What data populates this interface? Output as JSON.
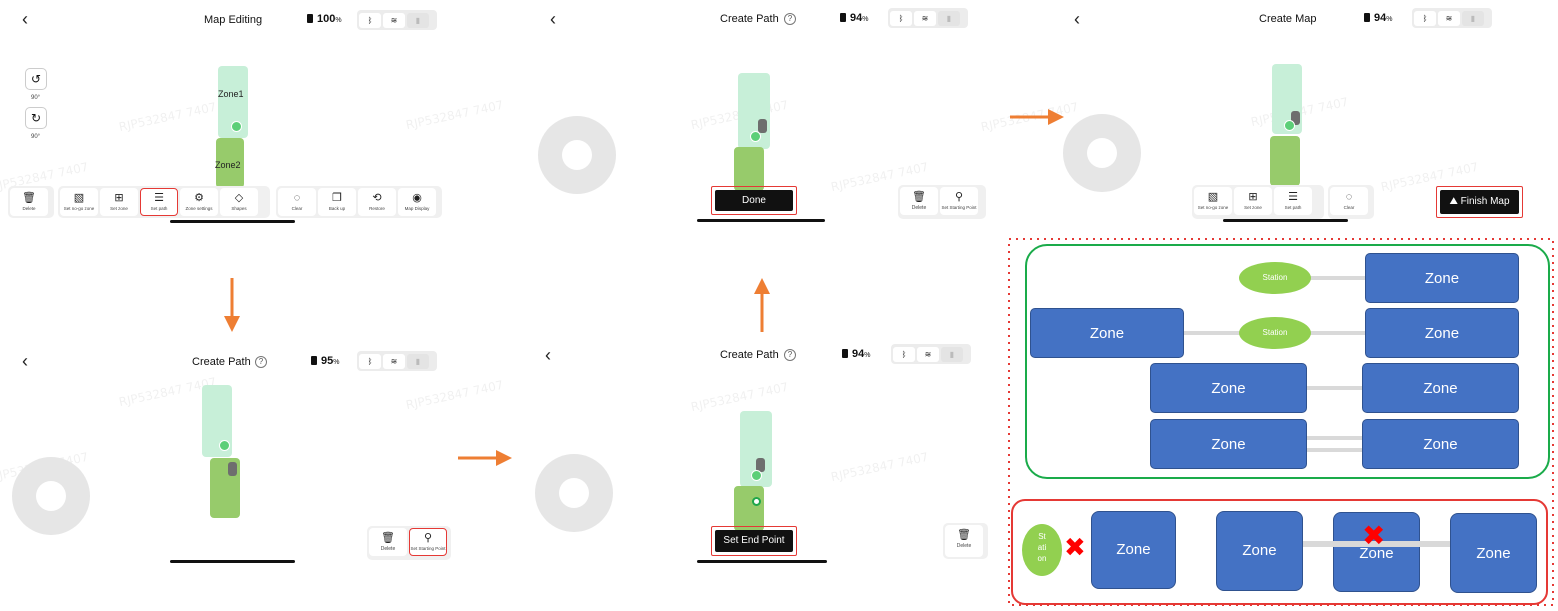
{
  "screens": {
    "map_editing": {
      "title": "Map Editing",
      "battery": "100",
      "battery_unit": "%",
      "zone1": "Zone1",
      "zone2": "Zone2",
      "rotate_left_label": "90°",
      "rotate_right_label": "90°",
      "toolbar": [
        {
          "label": "Delete",
          "icon": "trash-icon"
        },
        {
          "label": "Set no-go zone",
          "icon": "no-go-icon"
        },
        {
          "label": "Set zone",
          "icon": "zone-icon"
        },
        {
          "label": "Set path",
          "icon": "path-icon"
        },
        {
          "label": "Zone settings",
          "icon": "zone-settings-icon"
        },
        {
          "label": "Shapes",
          "icon": "shapes-icon"
        },
        {
          "label": "Clear",
          "icon": "clear-icon"
        },
        {
          "label": "Back up",
          "icon": "backup-icon"
        },
        {
          "label": "Restore",
          "icon": "restore-icon"
        },
        {
          "label": "Map Display",
          "icon": "eye-icon"
        }
      ]
    },
    "create_path_1": {
      "title": "Create Path",
      "help": "?",
      "battery": "95",
      "battery_unit": "%",
      "delete_label": "Delete",
      "set_start_label": "Set Starting Point"
    },
    "create_path_2": {
      "title": "Create Path",
      "help": "?",
      "battery": "94",
      "battery_unit": "%",
      "set_end_label": "Set End Point",
      "delete_label": "Delete"
    },
    "create_path_3": {
      "title": "Create Path",
      "help": "?",
      "battery": "94",
      "battery_unit": "%",
      "done_label": "Done",
      "delete_label": "Delete",
      "set_start_label": "Set Starting Point"
    },
    "create_map": {
      "title": "Create Map",
      "battery": "94",
      "battery_unit": "%",
      "finish_label": "Finish Map",
      "toolbar": [
        {
          "label": "Set no-go zone",
          "icon": "no-go-icon"
        },
        {
          "label": "Set zone",
          "icon": "zone-icon"
        },
        {
          "label": "Set path",
          "icon": "path-icon"
        },
        {
          "label": "Clear",
          "icon": "clear-icon"
        }
      ]
    }
  },
  "watermark": "RJP532847 7407",
  "diagram": {
    "zone": "Zone",
    "station": "Station",
    "station_split": "St\nati\non",
    "x_mark": "✖"
  },
  "colors": {
    "arrow": "#ee7e33",
    "zone_blue": "#4472c4",
    "station_green": "#92d050",
    "valid_border": "#1aab4a",
    "invalid_border": "#e53935"
  }
}
